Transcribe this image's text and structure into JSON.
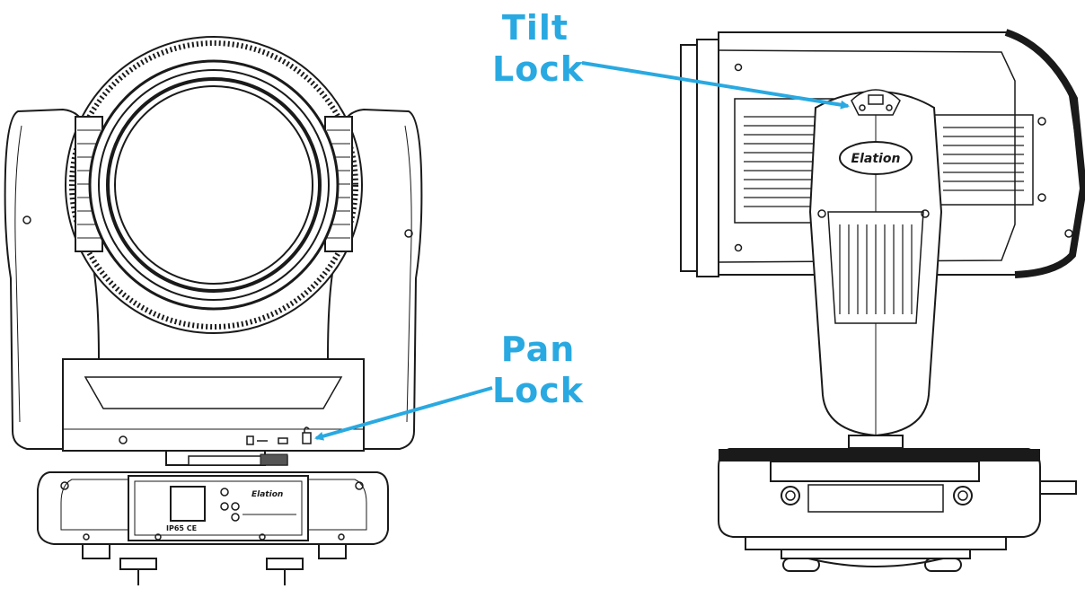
{
  "callouts": {
    "tilt": {
      "line1": "Tilt",
      "line2": "Lock"
    },
    "pan": {
      "line1": "Pan",
      "line2": "Lock"
    }
  },
  "colors": {
    "callout": "#29a9e1",
    "stroke": "#1a1a1a"
  },
  "icons": {
    "front_view": "moving-head-front-view",
    "side_view": "moving-head-side-view",
    "tilt_lock": "tilt-lock-icon",
    "pan_lock": "pan-lock-icon"
  }
}
